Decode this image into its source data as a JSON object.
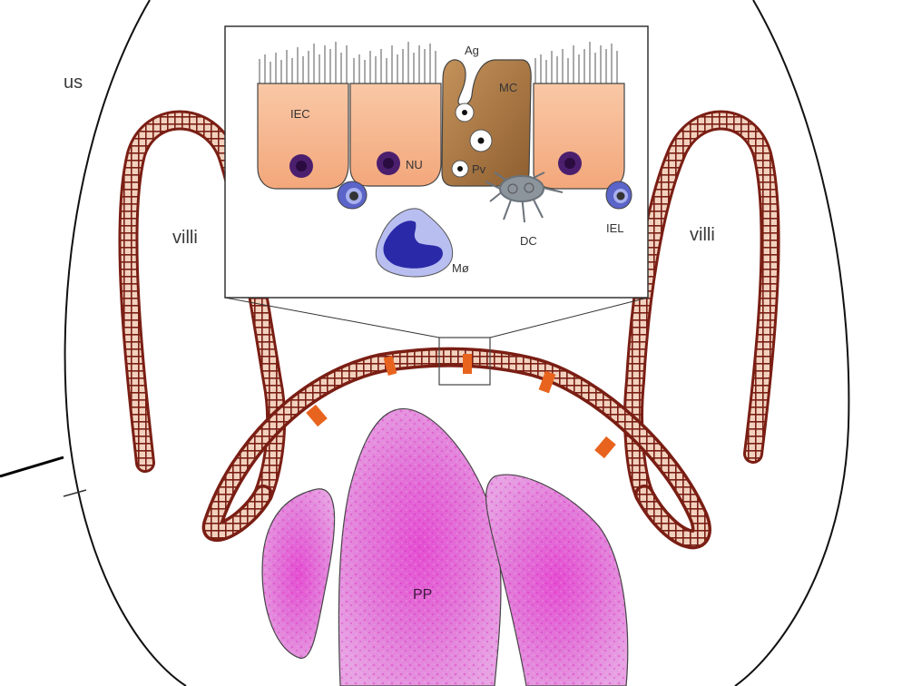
{
  "diagram": {
    "title": "Intestinal mucosa with Peyer's patch and epithelial inset",
    "region_labels": {
      "us": "us",
      "villi_left": "villi",
      "villi_right": "villi",
      "pp": "PP"
    },
    "inset_labels": {
      "iec": "IEC",
      "nu": "NU",
      "ag": "Ag",
      "mc": "MC",
      "pv": "Pv",
      "dc": "DC",
      "iel": "IEL",
      "macrophage": "Mø"
    },
    "colors": {
      "outline": "#111111",
      "epithelium": "#7a1e14",
      "epithelium_light": "#f2d2bf",
      "dome_marker": "#e8641e",
      "iec_fill": "#f6b48e",
      "mc_fill": "#a87642",
      "nucleus": "#4b1f6e",
      "iel_fill": "#5b64c8",
      "macrophage_fill": "#2a2aa8",
      "dc_fill": "#8c949c",
      "pp_fill": "#e68ae0",
      "pp_speckle": "#e020c0"
    }
  }
}
